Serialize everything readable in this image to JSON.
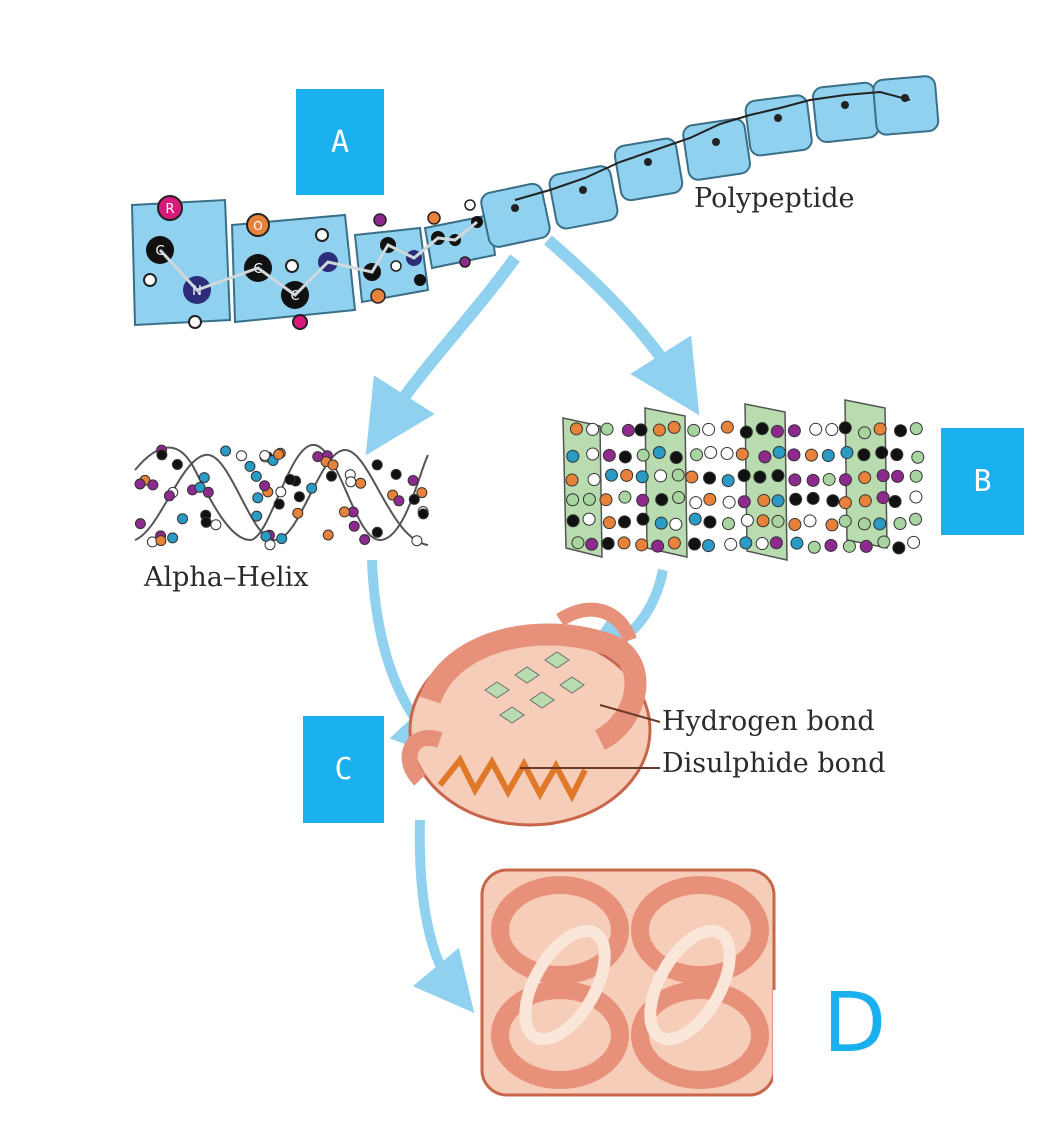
{
  "labels": {
    "a": "A",
    "b": "B",
    "c": "C",
    "d": "D"
  },
  "captions": {
    "polypeptide": "Polypeptide",
    "alpha_helix": "Alpha–Helix",
    "hydrogen_bond": "Hydrogen  bond",
    "disulphide_bond": "Disulphide  bond"
  },
  "atom_letters": {
    "r": "R",
    "o": "O",
    "c": "C",
    "n": "N"
  },
  "colors": {
    "label_box": "#1ab0ef",
    "polypeptide_fill": "#8fd1ee",
    "arrow": "#8fd1ee",
    "sheet_fill": "#b8dcb0",
    "protein": "#e8917a",
    "protein_light": "#f6cdb9"
  }
}
